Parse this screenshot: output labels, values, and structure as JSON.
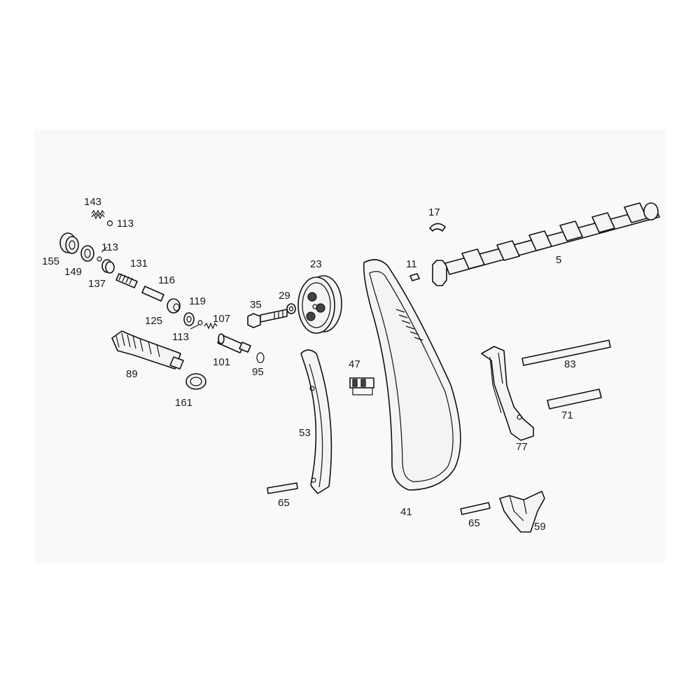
{
  "diagram": {
    "callouts": [
      {
        "id": "143",
        "text": "143"
      },
      {
        "id": "113a",
        "text": "113"
      },
      {
        "id": "113b",
        "text": "113"
      },
      {
        "id": "155",
        "text": "155"
      },
      {
        "id": "149",
        "text": "149"
      },
      {
        "id": "137",
        "text": "137"
      },
      {
        "id": "131",
        "text": "131"
      },
      {
        "id": "116",
        "text": "116"
      },
      {
        "id": "119",
        "text": "119"
      },
      {
        "id": "125",
        "text": "125"
      },
      {
        "id": "113c",
        "text": "113"
      },
      {
        "id": "107",
        "text": "107"
      },
      {
        "id": "101",
        "text": "101"
      },
      {
        "id": "95",
        "text": "95"
      },
      {
        "id": "89",
        "text": "89"
      },
      {
        "id": "161",
        "text": "161"
      },
      {
        "id": "35",
        "text": "35"
      },
      {
        "id": "29",
        "text": "29"
      },
      {
        "id": "23",
        "text": "23"
      },
      {
        "id": "47",
        "text": "47"
      },
      {
        "id": "53",
        "text": "53"
      },
      {
        "id": "65a",
        "text": "65"
      },
      {
        "id": "41",
        "text": "41"
      },
      {
        "id": "11",
        "text": "11"
      },
      {
        "id": "17",
        "text": "17"
      },
      {
        "id": "5",
        "text": "5"
      },
      {
        "id": "83",
        "text": "83"
      },
      {
        "id": "71",
        "text": "71"
      },
      {
        "id": "77",
        "text": "77"
      },
      {
        "id": "65b",
        "text": "65"
      },
      {
        "id": "59",
        "text": "59"
      }
    ]
  }
}
